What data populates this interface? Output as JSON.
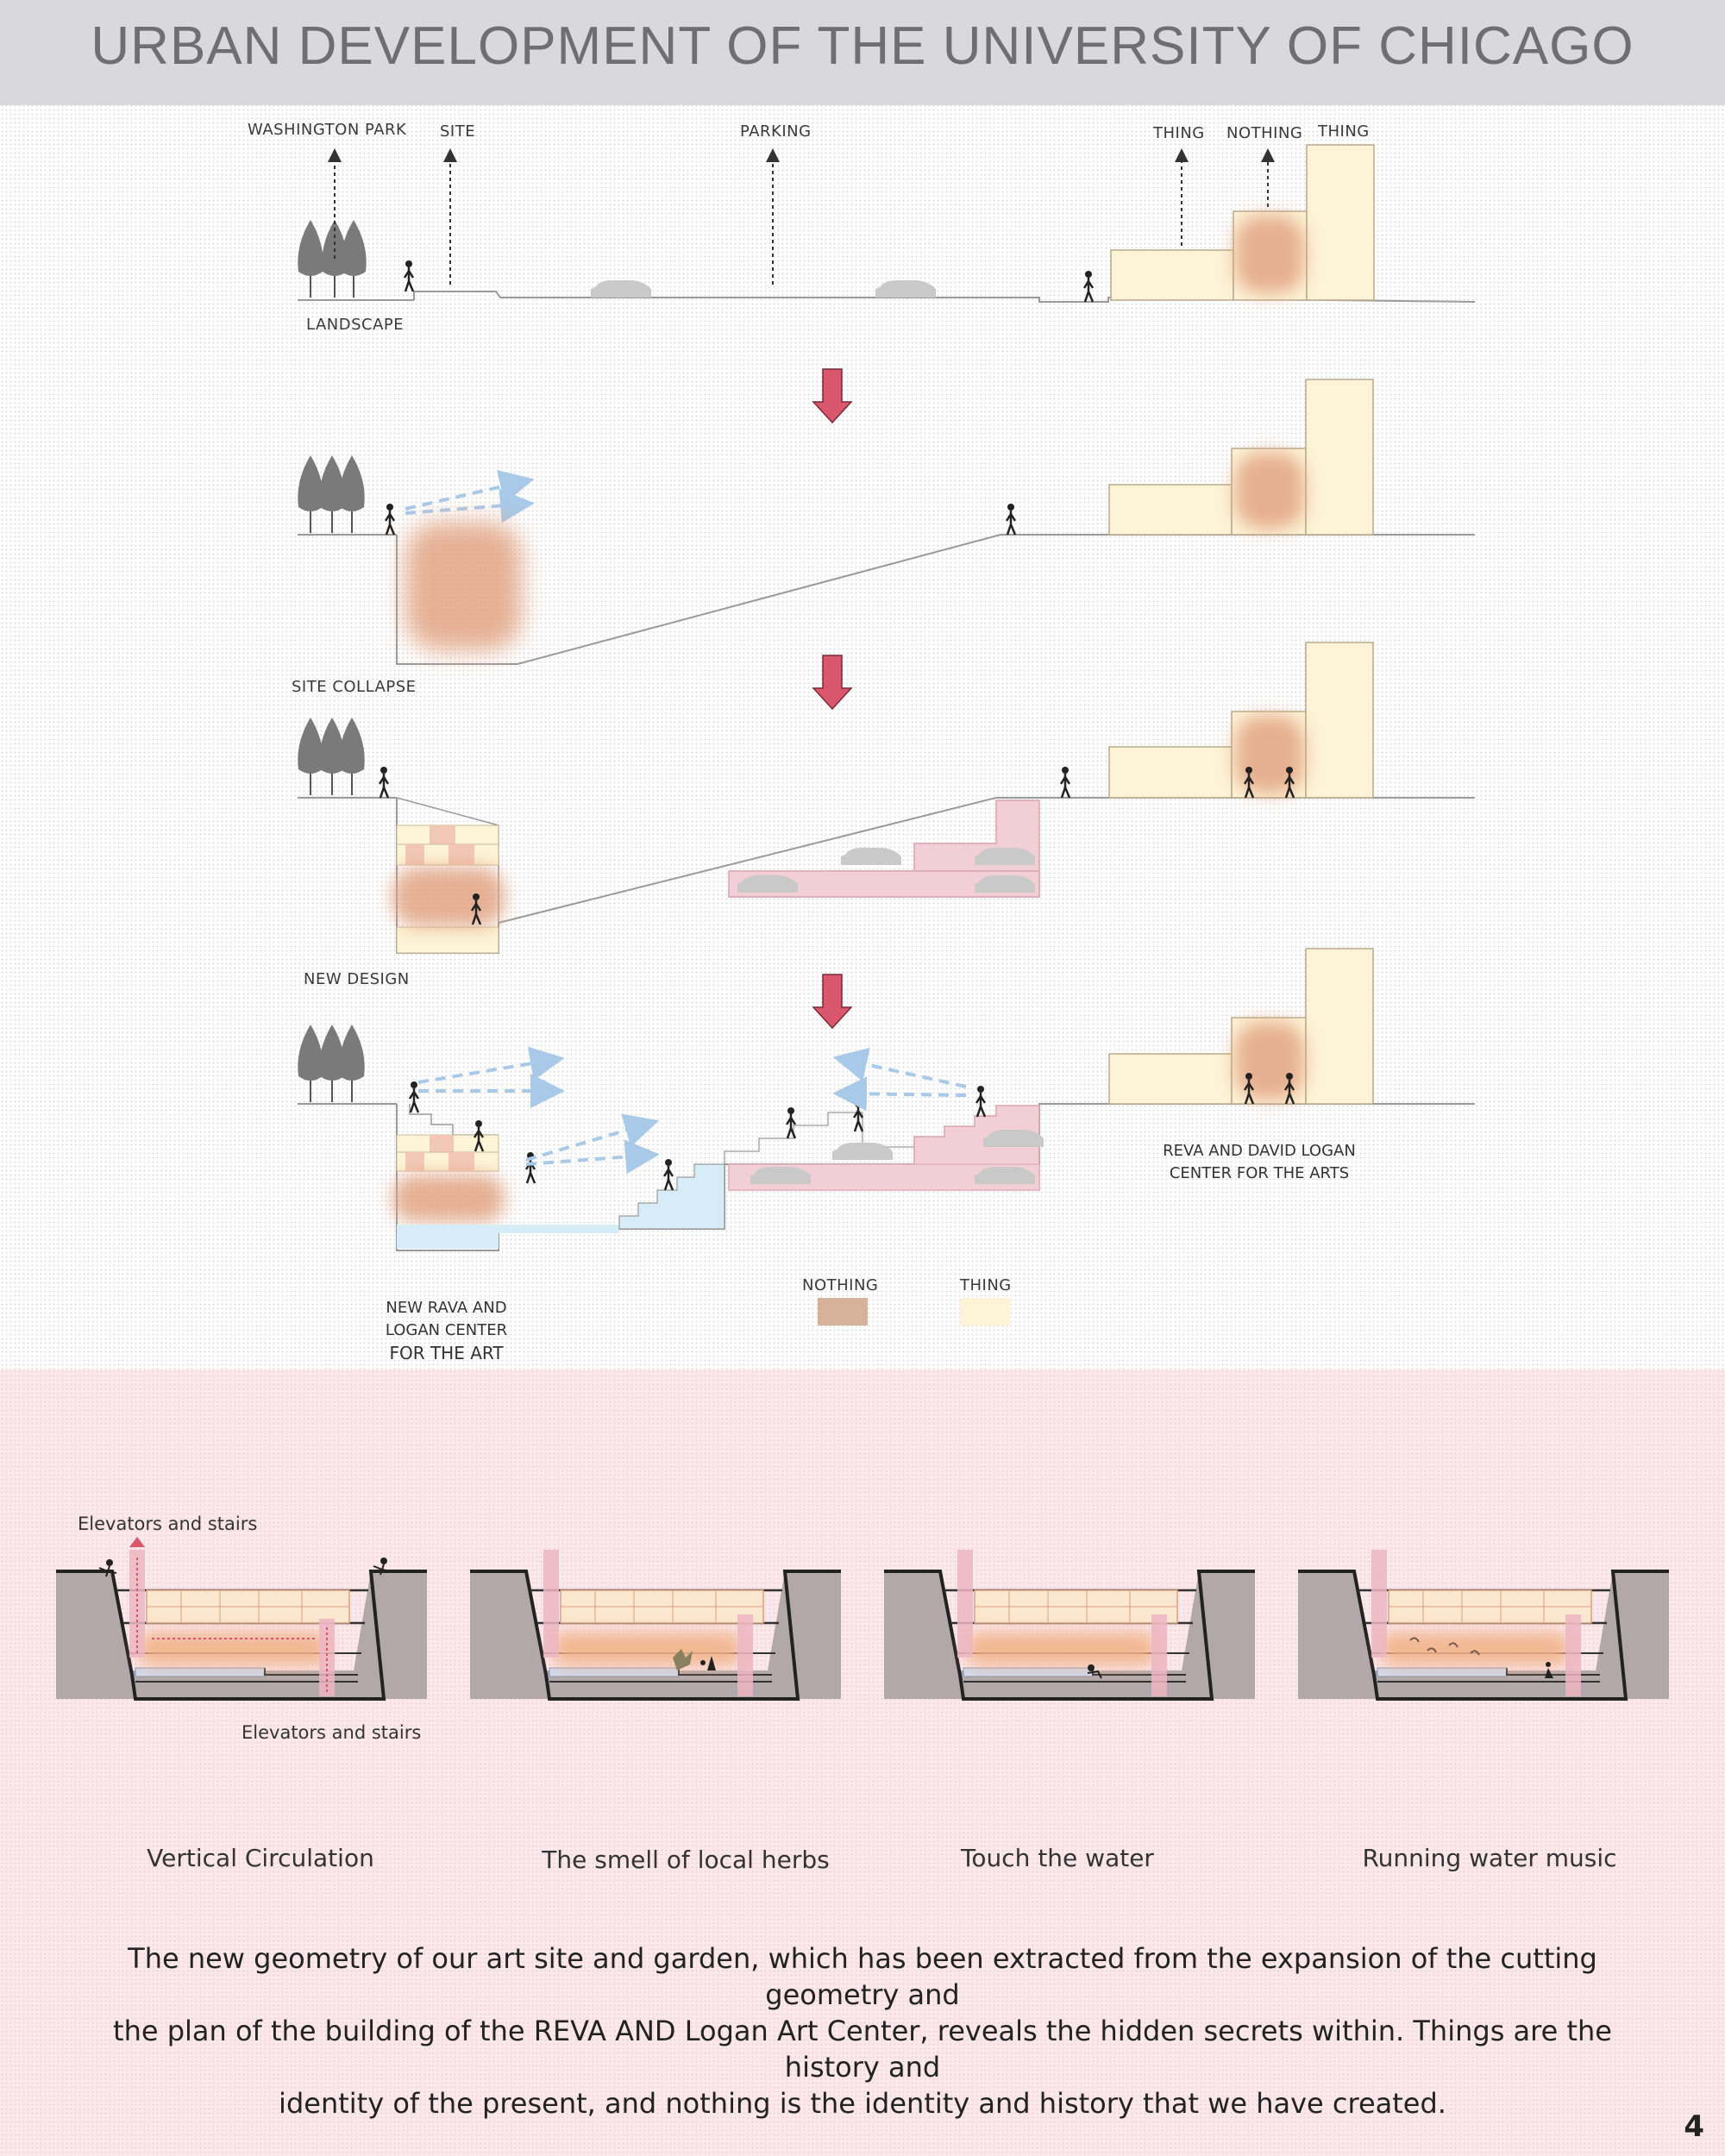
{
  "title": "URBAN DEVELOPMENT OF THE UNIVERSITY OF CHICAGO",
  "section1": {
    "top_labels": [
      "WASHINGTON PARK",
      "SITE",
      "PARKING",
      "THING",
      "NOTHING",
      "THING"
    ],
    "caption": "LANDSCAPE"
  },
  "section2": {
    "caption": "SITE COLLAPSE"
  },
  "section3": {
    "caption": "NEW DESIGN"
  },
  "section4": {
    "caption_lines": [
      "NEW RAVA AND",
      "LOGAN CENTER",
      "FOR THE ART"
    ],
    "building_label_lines": [
      "REVA AND DAVID LOGAN",
      "CENTER FOR THE ARTS"
    ]
  },
  "legend": {
    "items": [
      {
        "label": "NOTHING",
        "color": "#d6b29a"
      },
      {
        "label": "THING",
        "color": "#fdf3d6"
      }
    ]
  },
  "details": {
    "notes": [
      "Elevators and stairs",
      "Elevators and stairs"
    ],
    "captions": [
      "Vertical Circulation",
      "The smell of local herbs",
      "Touch the water",
      "Running water music"
    ]
  },
  "paragraph": {
    "line1": "The new geometry of our art site and garden, which has been extracted from the expansion of the cutting geometry and",
    "line2": "the plan of the building of the REVA AND  Logan  Art Center, reveals the hidden secrets within. Things are the history and",
    "line3": "identity of the present, and nothing is the identity and history that we have created."
  },
  "page_number": "4",
  "colors": {
    "nothing": "#e8a98a",
    "thing": "#fdf3d6",
    "parking": "#f2cfd6",
    "water": "#d6ecf7",
    "arrow": "#d9566c",
    "ground": "#9a9a9a",
    "earth": "#b2a8aa"
  }
}
